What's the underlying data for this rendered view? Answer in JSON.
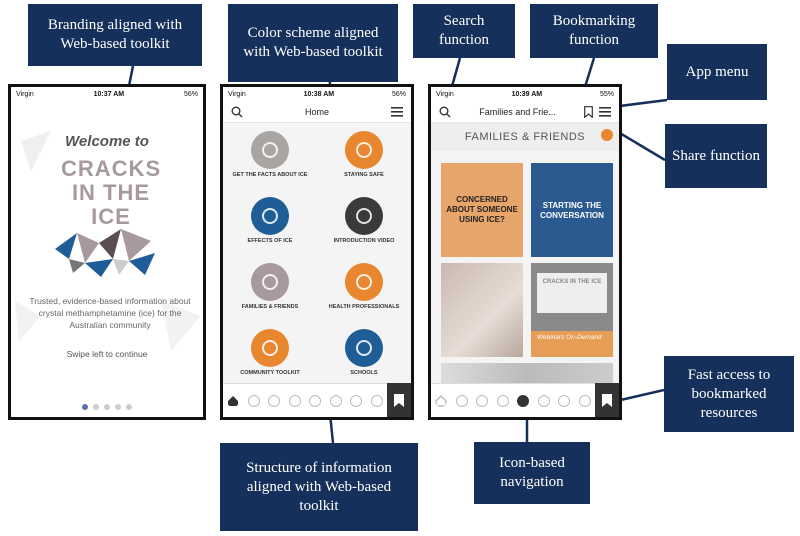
{
  "callouts": {
    "branding": "Branding aligned with Web-based toolkit",
    "color_scheme": "Color scheme aligned with Web-based toolkit",
    "search": "Search function",
    "bookmarking": "Bookmarking function",
    "app_menu": "App menu",
    "share": "Share function",
    "structure": "Structure of information aligned with Web-based toolkit",
    "icon_nav": "Icon-based navigation",
    "fast_access": "Fast access to bookmarked resources"
  },
  "phone1": {
    "carrier": "Virgin",
    "time": "10:37 AM",
    "battery": "56%",
    "welcome": "Welcome to",
    "logo_text": "CRACKS IN THE ICE",
    "description": "Trusted, evidence-based information about crystal methamphetamine (ice) for the Australian community",
    "swipe": "Swipe left to continue"
  },
  "phone2": {
    "carrier": "Virgin",
    "time": "10:38 AM",
    "battery": "56%",
    "title": "Home",
    "tiles": [
      {
        "label": "GET THE FACTS ABOUT ICE",
        "color": "#a9a5a3",
        "icon": "lightbulb-icon"
      },
      {
        "label": "STAYING SAFE",
        "color": "#e8872f",
        "icon": "lifebuoy-icon"
      },
      {
        "label": "EFFECTS OF ICE",
        "color": "#1f5d96",
        "icon": "head-icon"
      },
      {
        "label": "INTRODUCTION VIDEO",
        "color": "#3a3a3a",
        "icon": "play-icon"
      },
      {
        "label": "FAMILIES & FRIENDS",
        "color": "#a89a9c",
        "icon": "people-icon"
      },
      {
        "label": "HEALTH PROFESSIONALS",
        "color": "#e8872f",
        "icon": "doctor-icon"
      },
      {
        "label": "COMMUNITY TOOLKIT",
        "color": "#e8872f",
        "icon": "briefcase-icon"
      },
      {
        "label": "SCHOOLS",
        "color": "#1f5d96",
        "icon": "pen-icon"
      }
    ]
  },
  "phone3": {
    "carrier": "Virgin",
    "time": "10:39 AM",
    "battery": "55%",
    "title": "Families and Frie...",
    "section": "FAMILIES & FRIENDS",
    "tile1": "CONCERNED ABOUT SOMEONE USING ICE?",
    "tile2": "STARTING THE CONVERSATION",
    "webinar_logo": "CRACKS IN THE ICE",
    "webinar": "Webinars On-Demand"
  },
  "colors": {
    "callout": "#15305a",
    "orange": "#e8872f",
    "blue": "#1f5d96",
    "grey": "#a89a9c"
  }
}
